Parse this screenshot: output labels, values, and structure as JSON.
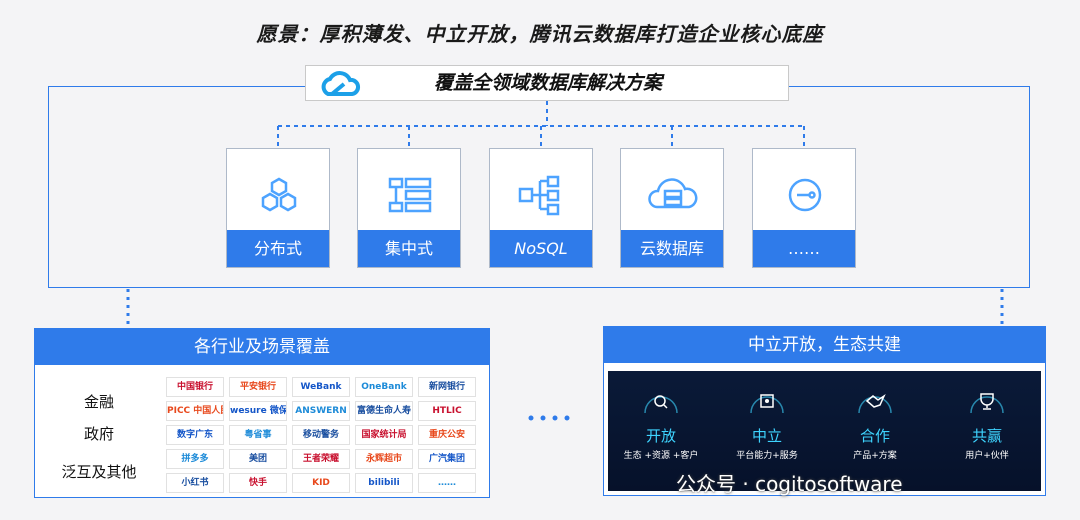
{
  "title": "愿景：厚积薄发、中立开放，腾讯云数据库打造企业核心底座",
  "header": {
    "label": "覆盖全领域数据库解决方案",
    "logo_icon": "tencent-cloud-logo"
  },
  "categories": [
    {
      "label": "分布式",
      "icon": "hexagon-cluster-icon"
    },
    {
      "label": "集中式",
      "icon": "stacked-bars-icon"
    },
    {
      "label": "NoSQL",
      "icon": "tree-nodes-icon"
    },
    {
      "label": "云数据库",
      "icon": "cloud-database-icon"
    },
    {
      "label": "……",
      "icon": "circle-more-icon"
    }
  ],
  "left_panel": {
    "title": "各行业及场景覆盖",
    "rows": [
      "金融",
      "政府",
      "泛互及其他"
    ],
    "logos": [
      [
        "中国银行",
        "平安银行",
        "WeBank",
        "OneBank",
        "新网银行"
      ],
      [
        "PICC 中国人民保险",
        "wesure 微保",
        "ANSWERN",
        "富德生命人寿",
        "HTLIC"
      ],
      [
        "数字广东",
        "粤省事",
        "移动警务",
        "国家统计局",
        "重庆公安"
      ],
      [
        "拼多多",
        "美团",
        "王者荣耀",
        "永辉超市",
        "广汽集团"
      ],
      [
        "小红书",
        "快手",
        "KID",
        "bilibili",
        "……"
      ]
    ]
  },
  "right_panel": {
    "title": "中立开放，生态共建",
    "pillars": [
      {
        "title": "开放",
        "sub": "生态 +资源 +客户"
      },
      {
        "title": "中立",
        "sub": "平台能力+服务"
      },
      {
        "title": "合作",
        "sub": "产品+方案"
      },
      {
        "title": "共赢",
        "sub": "用户+伙伴"
      }
    ]
  },
  "ellipsis": "……",
  "watermark": "公众号 · cogitosoftware",
  "colors": {
    "accent": "#2f7bea",
    "icon": "#4da3ff",
    "dark_bg": "#0a1a38",
    "pillar_text": "#3ed4ff"
  }
}
